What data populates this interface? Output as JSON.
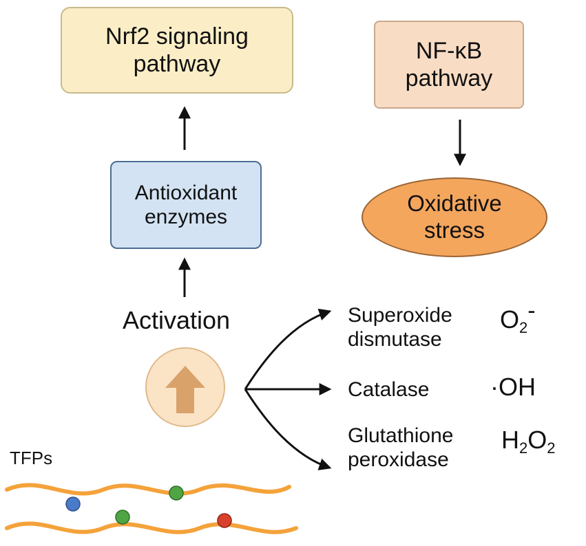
{
  "boxes": {
    "nrf2": {
      "line1": "Nrf2 signaling",
      "line2": "pathway"
    },
    "nfkb": {
      "line1": "NF-κB",
      "line2": "pathway"
    },
    "antioxidant": {
      "line1": "Antioxidant",
      "line2": "enzymes"
    },
    "oxidative_stress": {
      "line1": "Oxidative",
      "line2": "stress"
    }
  },
  "activation_label": "Activation",
  "enzymes": [
    {
      "line1": "Superoxide",
      "line2": "dismutase"
    },
    {
      "line1": "Catalase"
    },
    {
      "line1": "Glutathione",
      "line2": "peroxidase"
    }
  ],
  "species": {
    "superoxide": {
      "base": "O",
      "sub": "2",
      "charge": "-"
    },
    "hydroxyl": {
      "text": "·OH"
    },
    "h2o2": {
      "part1": "H",
      "sub1": "2",
      "part2": "O",
      "sub2": "2"
    }
  },
  "tfps_label": "TFPs",
  "colors": {
    "strand": "#f4a23a",
    "bead_blue": "#4a7bc8",
    "bead_green": "#4fa544",
    "bead_red": "#d9402c",
    "up_arrow": "#d9a26b",
    "up_circle_fill": "#fbe3c6",
    "up_circle_stroke": "#e0b98a"
  }
}
